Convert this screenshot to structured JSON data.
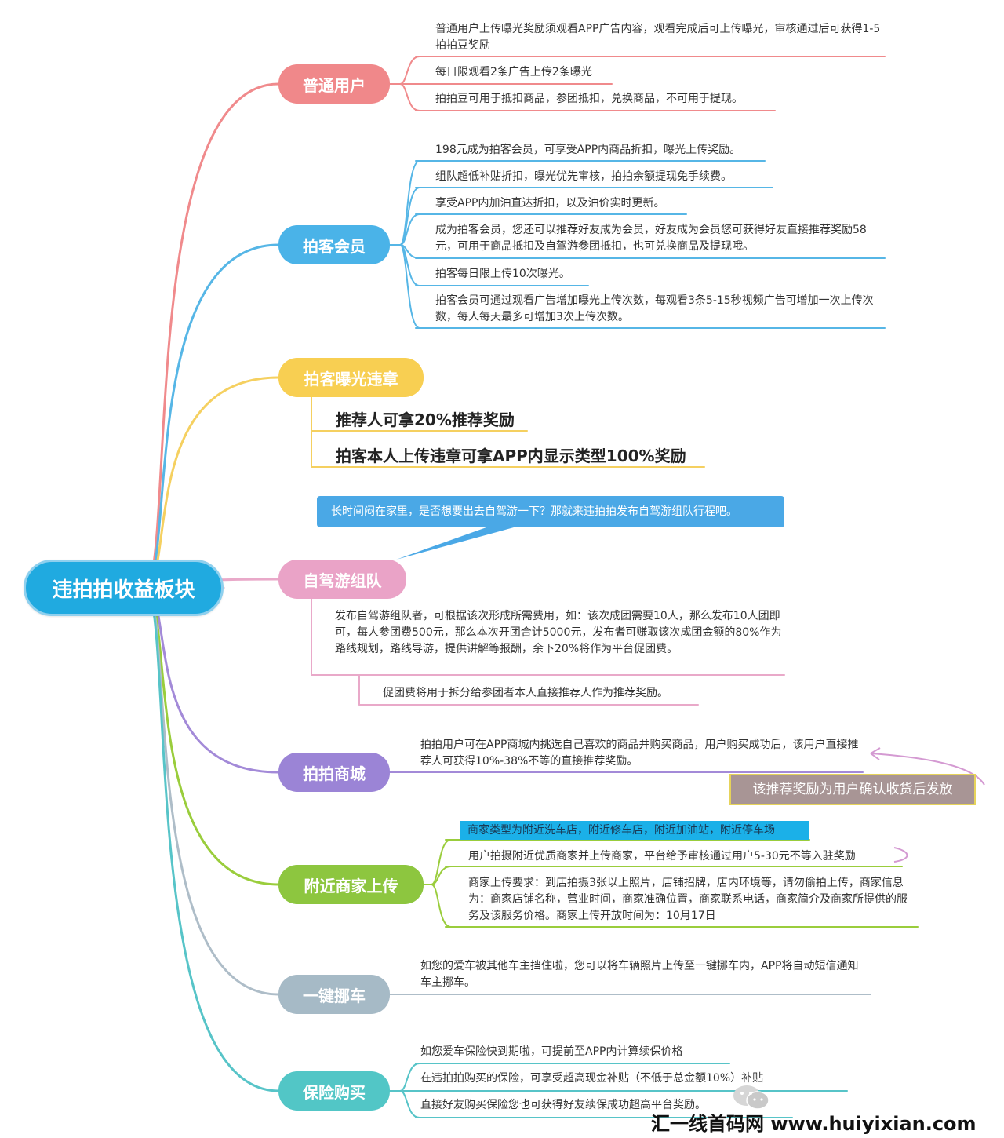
{
  "central": {
    "label": "违拍拍收益板块",
    "color": "#20aae0"
  },
  "branches": [
    {
      "id": "normal-user",
      "label": "普通用户",
      "color": "#f0888a",
      "line_color": "#f08a8c",
      "items": [
        "普通用户上传曝光奖励须观看APP广告内容，观看完成后可上传曝光，审核通过后可获得1-5拍拍豆奖励",
        "每日限观看2条广告上传2条曝光",
        "拍拍豆可用于抵扣商品，参团抵扣，兑换商品，不可用于提现。"
      ]
    },
    {
      "id": "paike-member",
      "label": "拍客会员",
      "color": "#4ab3e8",
      "line_color": "#56b6e6",
      "items": [
        "198元成为拍客会员，可享受APP内商品折扣，曝光上传奖励。",
        "组队超低补贴折扣，曝光优先审核，拍拍余额提现免手续费。",
        "享受APP内加油直达折扣，以及油价实时更新。",
        "成为拍客会员，您还可以推荐好友成为会员，好友成为会员您可获得好友直接推荐奖励58元，可用于商品抵扣及自驾游参团抵扣，也可兑换商品及提现哦。",
        "拍客每日限上传10次曝光。",
        "拍客会员可通过观看广告增加曝光上传次数，每观看3条5-15秒视频广告可增加一次上传次数，每人每天最多可增加3次上传次数。"
      ]
    },
    {
      "id": "paike-violation",
      "label": "拍客曝光违章",
      "color": "#f8cf52",
      "line_color": "#f5d060",
      "items": [
        "推荐人可拿20%推荐奖励",
        "拍客本人上传违章可拿APP内显示类型100%奖励"
      ]
    },
    {
      "id": "self-drive",
      "label": "自驾游组队",
      "color": "#eaa3c7",
      "line_color": "#e9a9c9",
      "callout": "长时间闷在家里，是否想要出去自驾游一下？那就来违拍拍发布自驾游组队行程吧。",
      "items": [
        "发布自驾游组队者，可根据该次形成所需费用，如：该次成团需要10人，那么发布10人团即可，每人参团费500元，那么本次开团合计5000元，发布者可赚取该次成团金额的80%作为路线规划，路线导游，提供讲解等报酬，余下20%将作为平台促团费。",
        "促团费将用于拆分给参团者本人直接推荐人作为推荐奖励。"
      ]
    },
    {
      "id": "mall",
      "label": "拍拍商城",
      "color": "#9b84d6",
      "line_color": "#a38ad8",
      "items": [
        "拍拍用户可在APP商城内挑选自己喜欢的商品并购买商品，用户购买成功后，该用户直接推荐人可获得10%-38%不等的直接推荐奖励。"
      ],
      "note": "该推荐奖励为用户确认收货后发放"
    },
    {
      "id": "nearby-merchant",
      "label": "附近商家上传",
      "color": "#8dc63f",
      "line_color": "#9acd3c",
      "items": [
        "商家类型为附近洗车店，附近修车店，附近加油站，附近停车场",
        "用户拍摄附近优质商家并上传商家，平台给予审核通过用户5-30元不等入驻奖励",
        "商家上传要求：到店拍摄3张以上照片，店铺招牌，店内环境等，请勿偷拍上传，商家信息为：商家店铺名称，营业时间，商家准确位置，商家联系电话，商家简介及商家所提供的服务及该服务价格。商家上传开放时间为：10月17日"
      ]
    },
    {
      "id": "move-car",
      "label": "一键挪车",
      "color": "#a6bac6",
      "line_color": "#aebdc8",
      "items": [
        "如您的爱车被其他车主挡住啦，您可以将车辆照片上传至一键挪车内，APP将自动短信通知车主挪车。"
      ]
    },
    {
      "id": "insurance",
      "label": "保险购买",
      "color": "#52c6c6",
      "line_color": "#57c4c8",
      "items": [
        "如您爱车保险快到期啦，可提前至APP内计算续保价格",
        "在违拍拍购买的保险，可享受超高现金补贴（不低于总金额10%）补贴",
        "直接好友购买保险您也可获得好友续保成功超高平台奖励。"
      ]
    }
  ],
  "watermark": "汇一线首码网 www.huiyixian.com"
}
